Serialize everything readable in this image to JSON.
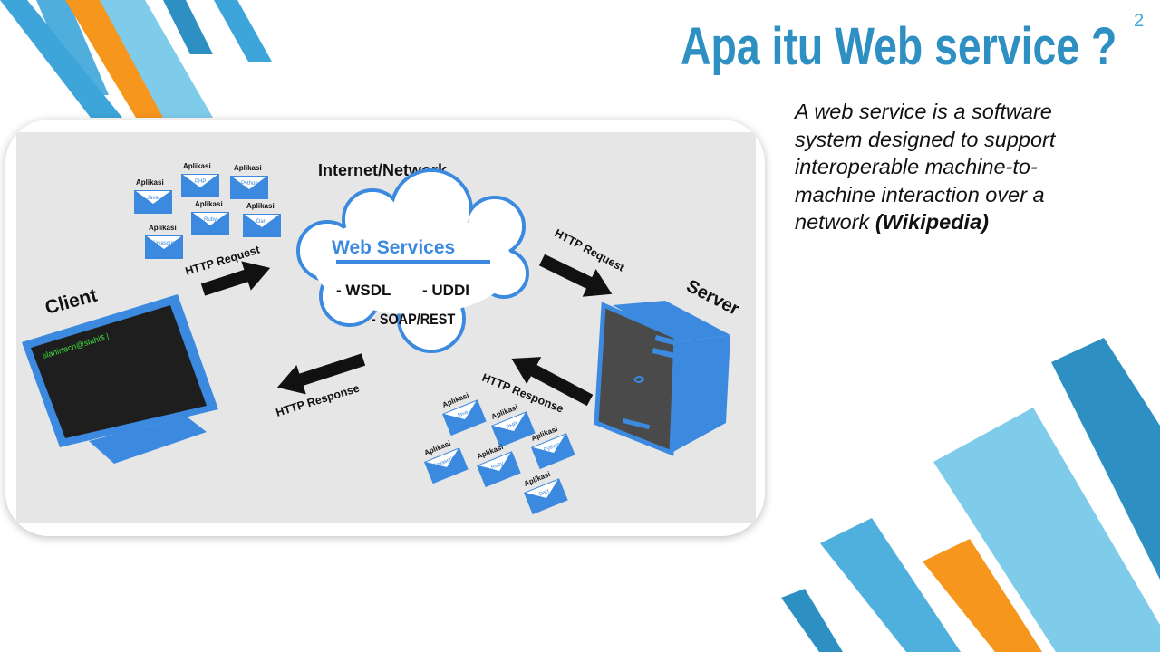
{
  "slide": {
    "number": "2",
    "title": "Apa itu Web service ?",
    "definition": {
      "text": "A web service is a software system designed to support interoperable machine-to-machine interaction over a network ",
      "source": "(Wikipedia)"
    }
  },
  "diagram": {
    "network_label": "Internet/Network",
    "cloud": {
      "heading": "Web Services",
      "items": [
        "- WSDL",
        "- UDDI",
        "- SOAP/REST"
      ]
    },
    "client_label": "Client",
    "server_label": "Server",
    "terminal_prompt": "slahirtech@slahi$ |",
    "arrows": {
      "client_request": "HTTP Request",
      "server_request": "HTTP Request",
      "server_response": "HTTP Response",
      "client_response": "HTTP Response"
    },
    "envelope_caption": "Aplikasi",
    "envelopes_top": [
      "Java",
      "PHP",
      "Python",
      "Ruby",
      "Dart",
      "Javascript"
    ],
    "envelopes_bottom": [
      "Java",
      "PHP",
      "Python",
      "Javascript",
      "Ruby",
      "Dart"
    ]
  },
  "colors": {
    "accent_blue": "#3da5d9",
    "dark_blue": "#2e8fc2",
    "light_blue": "#7fcbea",
    "orange": "#f7961d",
    "device_blue": "#3c8ae0"
  }
}
